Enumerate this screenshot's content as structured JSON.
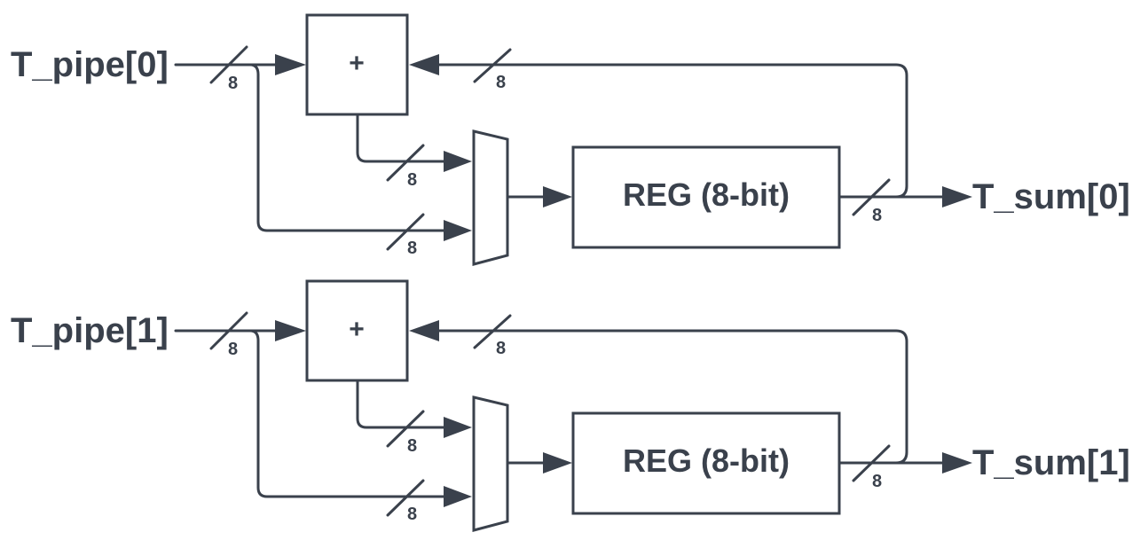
{
  "colors": {
    "line": "#3a414c",
    "background": "#ffffff"
  },
  "bus_width": "8",
  "stages": [
    {
      "input_label": "T_pipe[0]",
      "adder_label": "+",
      "register_label": "REG (8-bit)",
      "output_label": "T_sum[0]"
    },
    {
      "input_label": "T_pipe[1]",
      "adder_label": "+",
      "register_label": "REG (8-bit)",
      "output_label": "T_sum[1]"
    }
  ]
}
